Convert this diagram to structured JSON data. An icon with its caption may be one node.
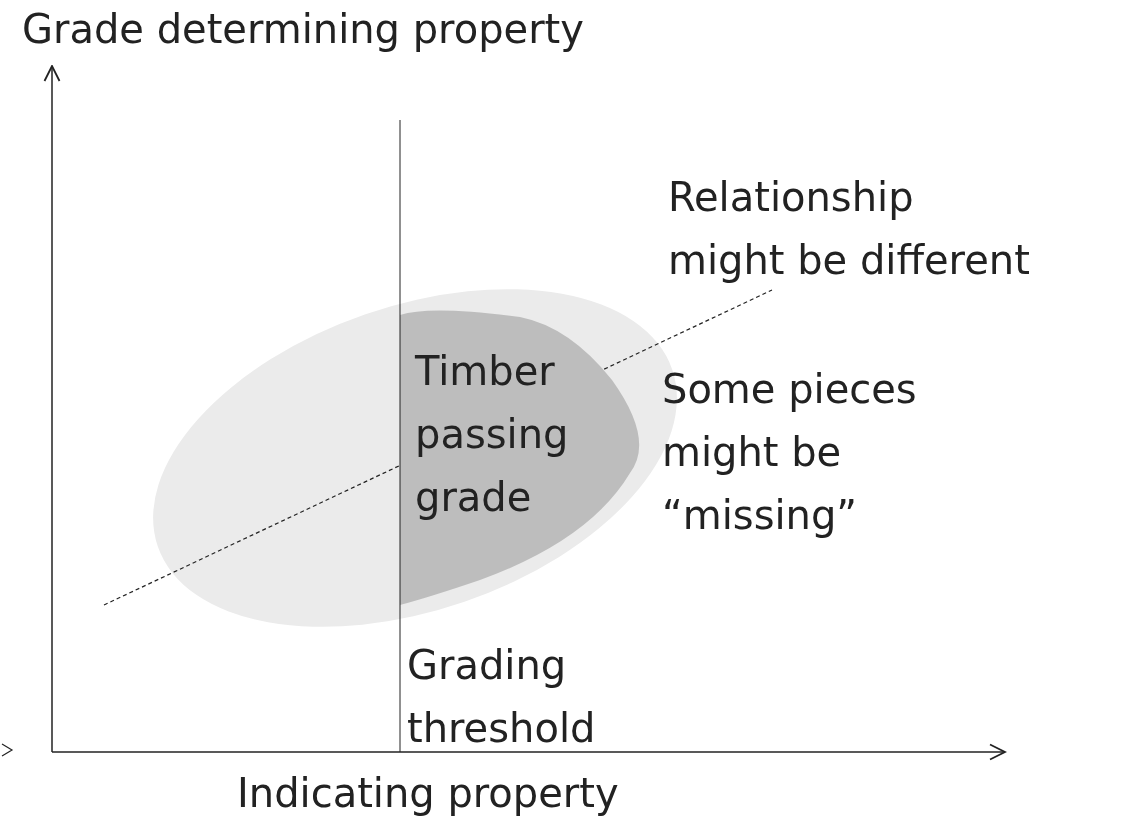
{
  "diagram": {
    "nodes": [
      {
        "text": [
          "Timber passing grade"
        ]
      }
    ],
    "labels": [
      "Grade determining property",
      "Relationship might be different",
      "Some pieces might be “missing”",
      "Grading threshold",
      "Indicating property"
    ]
  }
}
